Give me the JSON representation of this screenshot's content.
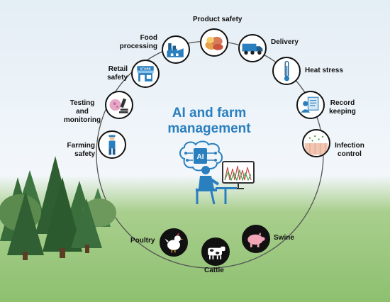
{
  "title_line1": "AI and farm",
  "title_line2": "management",
  "ai_chip_label": "AI",
  "store_sign": "STORE",
  "labels": {
    "product_safety": "Product safety",
    "food_processing": "Food\nprocessing",
    "retail_safety": "Retail\nsafety",
    "testing_monitoring": "Testing\nand\nmonitoring",
    "farming_safety": "Farming\nsafety",
    "delivery": "Delivery",
    "heat_stress": "Heat stress",
    "record_keeping": "Record\nkeeping",
    "infection_control": "Infection\ncontrol",
    "poultry": "Poultry",
    "cattle": "Cattle",
    "swine": "Swine"
  },
  "colors": {
    "title": "#2a7fbf",
    "accent_blue": "#2a7fbf",
    "ring": "#555555",
    "grass": "#8dc06f",
    "tree_dark": "#2f5e32"
  },
  "icons": [
    "product-icon",
    "factory-icon",
    "store-icon",
    "microscope-icon",
    "farmer-icon",
    "truck-icon",
    "thermometer-icon",
    "record-icon",
    "cells-icon",
    "chicken-icon",
    "cow-icon",
    "pig-icon",
    "ai-brain-icon",
    "scientist-icon"
  ]
}
